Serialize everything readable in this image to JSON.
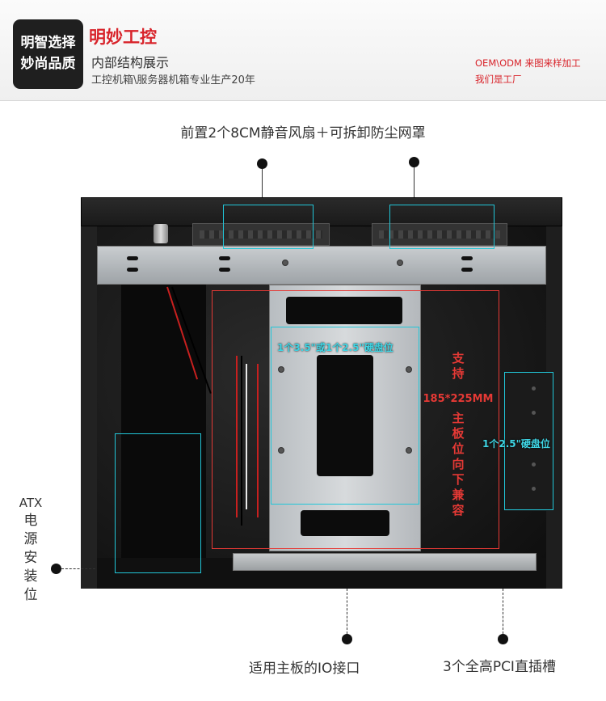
{
  "header": {
    "logo_line1": "明智选择",
    "logo_line2": "妙尚品质",
    "brand": "明妙工控",
    "subtitle": "内部结构展示",
    "tagline": "工控机箱\\服务器机箱专业生产20年",
    "oem_note": "OEM\\ODM 来图来样加工",
    "factory_note": "我们是工厂"
  },
  "callouts": {
    "front_fans": "前置2个8CM静音风扇＋可拆卸防尘网罩",
    "atx_label": "ATX",
    "atx_vertical": [
      "电",
      "源",
      "安",
      "装",
      "位"
    ],
    "io_port": "适用主板的IO接口",
    "pci_slots": "3个全高PCI直插槽"
  },
  "overlays": {
    "hdd_bay_label": "1个3.5\"或1个2.5\"硬盘位",
    "side_hdd_label": "1个2.5\"硬盘位",
    "mb_support_top": [
      "支",
      "持"
    ],
    "mb_size": "185*225MM",
    "mb_support_bottom": [
      "主",
      "板",
      "位",
      "向",
      "下",
      "兼",
      "容"
    ]
  },
  "colors": {
    "accent_red": "#d8232a",
    "overlay_cyan": "#21c6d8",
    "overlay_red": "#e53935",
    "chassis": "#141414"
  }
}
